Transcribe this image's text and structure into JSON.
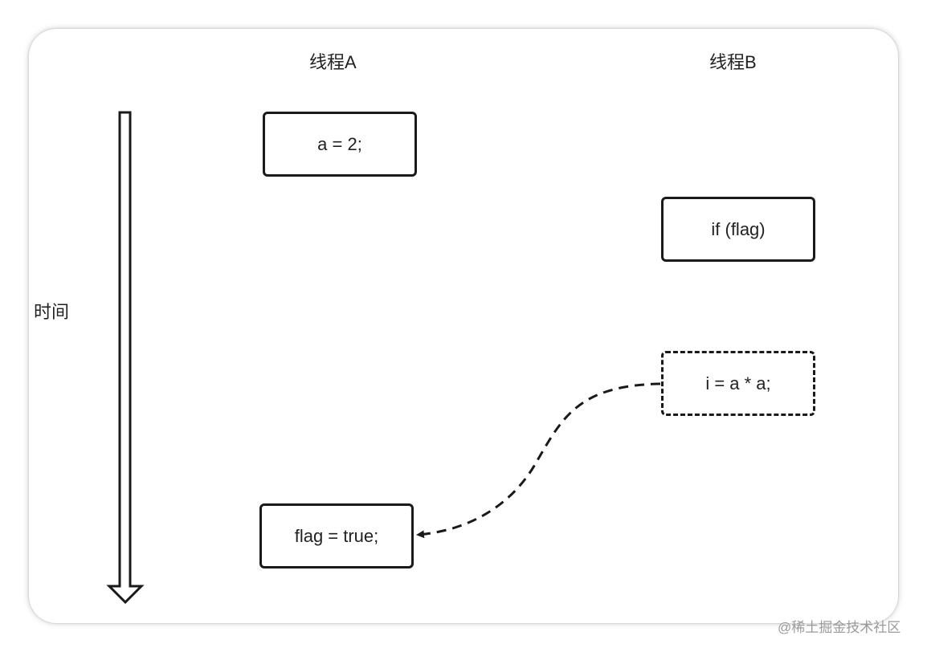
{
  "lanes": {
    "thread_a": "线程A",
    "thread_b": "线程B"
  },
  "axis": {
    "time_label": "时间"
  },
  "steps": {
    "a_assign": "a = 2;",
    "if_flag": "if (flag)",
    "i_assign": "i = a * a;",
    "flag_assign": "flag = true;"
  },
  "watermark": "@稀土掘金技术社区",
  "colors": {
    "stroke": "#1a1a1a",
    "text": "#222222",
    "watermark": "#9a9a9a"
  }
}
